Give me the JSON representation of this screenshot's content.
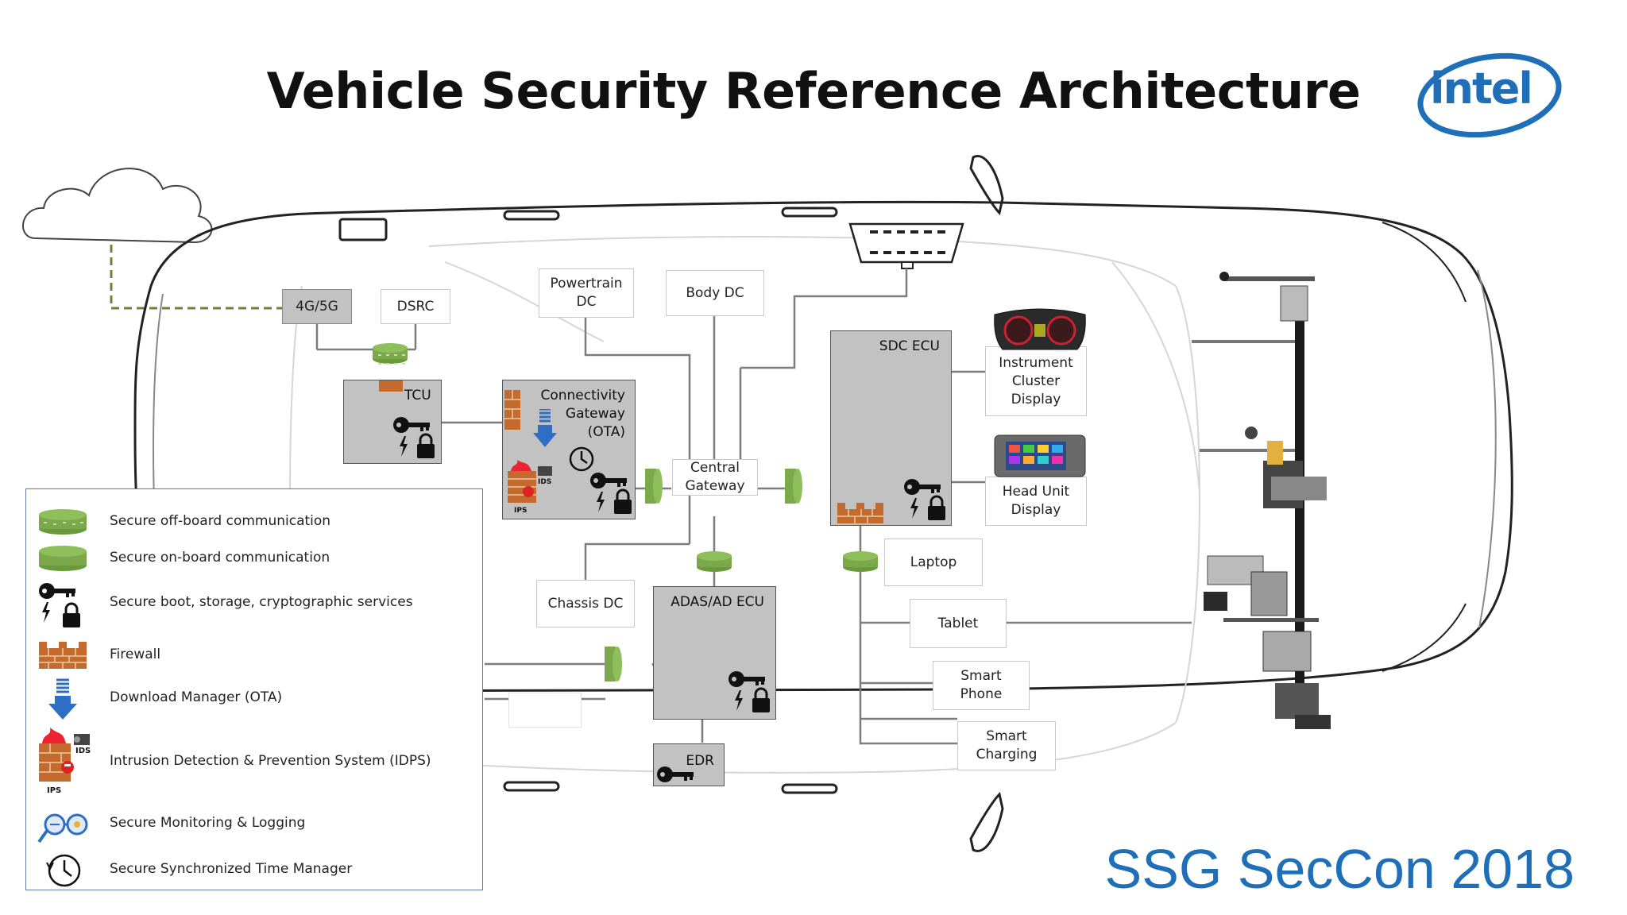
{
  "title": "Vehicle Security Reference Architecture",
  "logo_text": "intel",
  "footer": "SSG SecCon 2018",
  "colors": {
    "accent": "#1f6fb8",
    "secure": "#7aa84a",
    "firewall": "#c46a2c",
    "ecu": "#c2c2c2"
  },
  "boxes": {
    "g4g5g": "4G/5G",
    "dsrc": "DSRC",
    "powertrain": "Powertrain\nDC",
    "body": "Body DC",
    "sdc": "SDC ECU",
    "tcu": "TCU",
    "connectivity": "Connectivity\nGateway\n(OTA)",
    "central": "Central\nGateway",
    "instrument": "Instrument\nCluster\nDisplay",
    "headunit": "Head Unit\nDisplay",
    "laptop": "Laptop",
    "chassis": "Chassis DC",
    "adas": "ADAS/AD ECU",
    "tablet": "Tablet",
    "smartphone": "Smart\nPhone",
    "charging": "Smart\nCharging",
    "edr": "EDR"
  },
  "legend": [
    {
      "icon": "secure-offboard-icon",
      "label": "Secure off-board communication"
    },
    {
      "icon": "secure-onboard-icon",
      "label": "Secure on-board communication"
    },
    {
      "icon": "key-lock-icon",
      "label": "Secure boot, storage, cryptographic services"
    },
    {
      "icon": "firewall-icon",
      "label": "Firewall"
    },
    {
      "icon": "download-arrow-icon",
      "label": "Download Manager (OTA)"
    },
    {
      "icon": "idps-icon",
      "label": "Intrusion Detection & Prevention System (IDPS)"
    },
    {
      "icon": "monitoring-icon",
      "label": "Secure Monitoring & Logging"
    },
    {
      "icon": "clock-icon",
      "label": "Secure Synchronized Time Manager"
    }
  ],
  "icon_labels": {
    "ids": "IDS",
    "ips": "IPS"
  }
}
